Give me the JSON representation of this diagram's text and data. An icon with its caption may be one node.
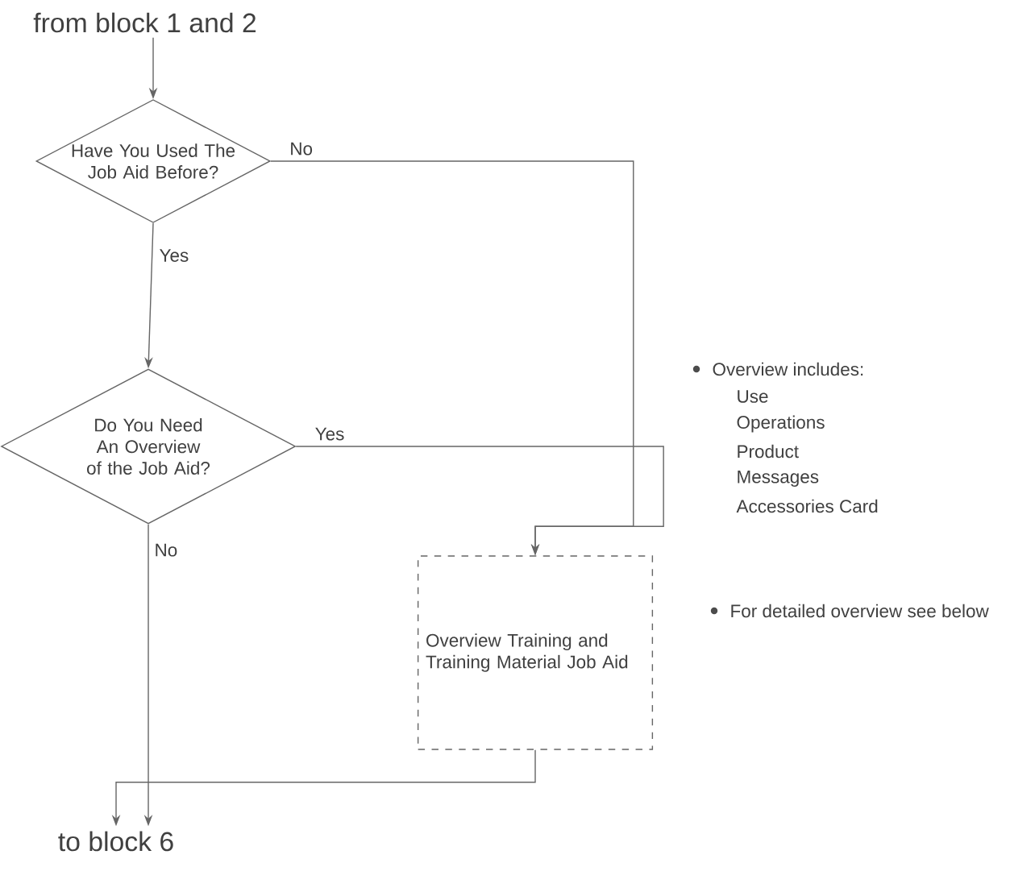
{
  "diagram": {
    "nodes": [
      {
        "text": [
          "from block 1 and 2"
        ]
      },
      {
        "text": [
          "Have You Used The Job Aid Before?"
        ]
      },
      {
        "text": [
          "Do You Need An Overview of the Job Aid?"
        ]
      },
      {
        "text": [
          "Overview Training and Training Material Job Aid"
        ]
      },
      {
        "text": [
          "to block 6"
        ]
      }
    ],
    "edges": [
      {
        "from": 0,
        "to": 1,
        "arrow": "to"
      },
      {
        "from": 1,
        "to": 3,
        "arrow": "to",
        "label": "No"
      },
      {
        "from": 1,
        "to": 2,
        "arrow": "to",
        "label": "Yes"
      },
      {
        "from": 2,
        "to": 3,
        "arrow": "to",
        "label": "Yes"
      },
      {
        "from": 3,
        "to": 4,
        "arrow": "to"
      },
      {
        "from": 2,
        "to": 4,
        "arrow": "to",
        "label": "No"
      }
    ],
    "labels": [
      "Overview includes:",
      "Use",
      "Operations",
      "Product",
      "Messages",
      "Accessories Card",
      "For detailed overview see below"
    ]
  }
}
